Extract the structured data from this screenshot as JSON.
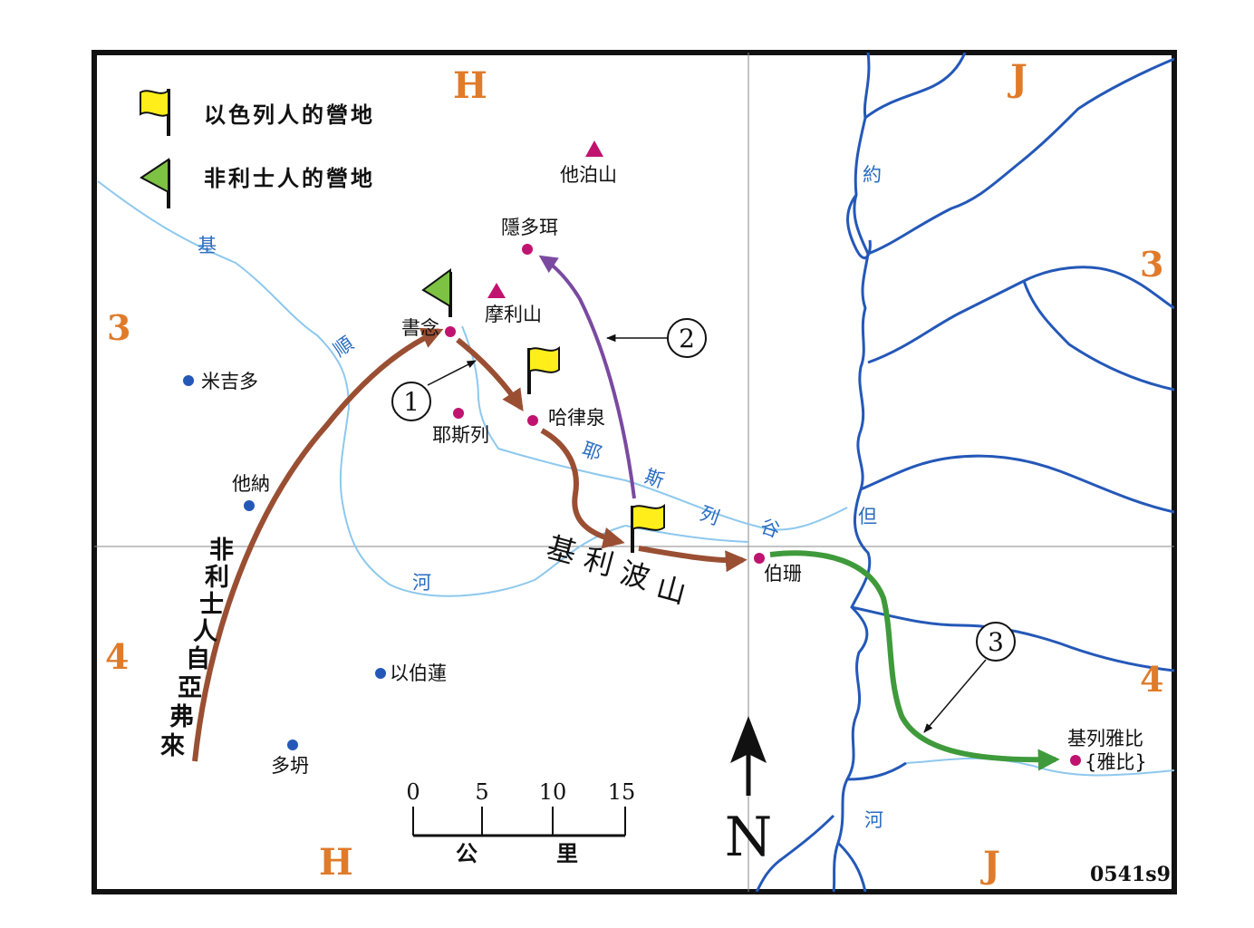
{
  "colors": {
    "grid_label": "#e07b2a",
    "river_major": "#2458b8",
    "river_minor": "#8ec8ee",
    "river_label": "#2a6cc0",
    "city_blue": "#2458b8",
    "city_magenta": "#c0136f",
    "route_brown": "#9a4f33",
    "route_purple": "#7a4aa0",
    "route_green": "#3f9a3b",
    "flag_yellow": "#ffee1a",
    "flag_green": "#7dc242"
  },
  "legend": {
    "israel_camp": "以色列人的營地",
    "philistine_camp": "非利士人的營地"
  },
  "grid": {
    "top_h": "H",
    "top_j": "J",
    "bottom_h": "H",
    "bottom_j": "J",
    "left_3": "3",
    "left_4": "4",
    "right_3": "3",
    "right_4": "4"
  },
  "places": {
    "tabor": "他泊山",
    "endor": "隱多珥",
    "moreh": "摩利山",
    "shunem": "書念",
    "harod": "哈律泉",
    "jezreel": "耶斯列",
    "megiddo": "米吉多",
    "taanach": "他納",
    "ibleam": "以伯蓮",
    "dothan": "多坍",
    "bethshan": "伯珊",
    "jabesh_line1": "基列雅比",
    "jabesh_line2": "{雅比}"
  },
  "rivers": {
    "kishon": [
      "基",
      "順",
      "河"
    ],
    "jezreel_valley": [
      "耶",
      "斯",
      "列",
      "谷"
    ],
    "jordan": [
      "約",
      "但",
      "河"
    ]
  },
  "mountain_gilboa": [
    "基",
    "利",
    "波",
    "山"
  ],
  "philistine_route": [
    "非",
    "利",
    "士",
    "人",
    "自",
    "亞",
    "弗",
    "來"
  ],
  "callouts": [
    "1",
    "2",
    "3"
  ],
  "scale": {
    "ticks": [
      "0",
      "5",
      "10",
      "15"
    ],
    "unit_left": "公",
    "unit_right": "里"
  },
  "north": "N",
  "map_code": "0541s9."
}
